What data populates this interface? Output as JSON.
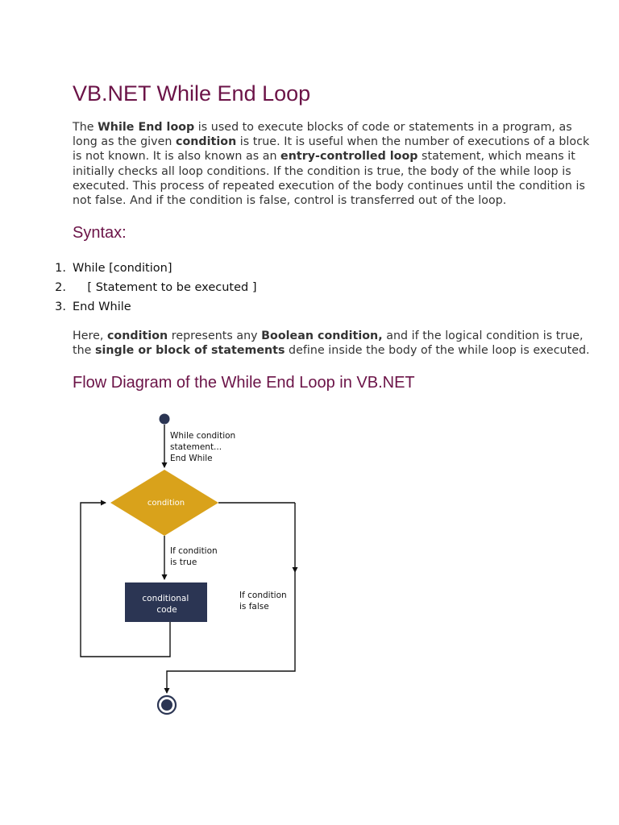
{
  "title": "VB.NET While End Loop",
  "intro": {
    "lines": [
      [
        {
          "t": "The "
        },
        {
          "t": "While End loop",
          "b": true
        },
        {
          "t": " is used to execute blocks of code or statements in a program, as"
        }
      ],
      [
        {
          "t": "long as the given "
        },
        {
          "t": "condition",
          "b": true
        },
        {
          "t": " is true. It is useful when the number of executions of a block"
        }
      ],
      [
        {
          "t": "is not known. It is also known as an "
        },
        {
          "t": "entry-controlled loop",
          "b": true
        },
        {
          "t": " statement, which means it"
        }
      ],
      [
        {
          "t": "initially checks all loop conditions. If the condition is true, the body of the while loop is"
        }
      ],
      [
        {
          "t": "executed. This process of repeated execution of the body continues until the condition is"
        }
      ],
      [
        {
          "t": "not false. And if the condition is false, control is transferred out of the loop."
        }
      ]
    ]
  },
  "syntax": {
    "heading": "Syntax:",
    "items": [
      {
        "num": "1.",
        "code": "While [condition]"
      },
      {
        "num": "2.",
        "code": "    [ Statement to be executed ]"
      },
      {
        "num": "3.",
        "code": "End While"
      }
    ]
  },
  "explanation": {
    "lines": [
      [
        {
          "t": "Here, "
        },
        {
          "t": "condition",
          "b": true
        },
        {
          "t": " represents any "
        },
        {
          "t": "Boolean condition,",
          "b": true
        },
        {
          "t": " and if the logical condition is true,"
        }
      ],
      [
        {
          "t": "the "
        },
        {
          "t": "single or block of statements",
          "b": true
        },
        {
          "t": " define inside the body of the while loop is executed."
        }
      ]
    ]
  },
  "flow": {
    "heading": "Flow Diagram of the While End Loop in VB.NET",
    "entry_lines": [
      "While condition",
      "statement...",
      "End While"
    ],
    "decision_label": "condition",
    "true_lines": [
      "If condition",
      "is true"
    ],
    "false_lines": [
      "If condition",
      "is false"
    ],
    "process_lines": [
      "conditional",
      "code"
    ]
  },
  "colors": {
    "heading": "#6b1347",
    "text": "#333333",
    "decision_fill": "#d9a21b",
    "process_fill": "#2b3553",
    "node_fill": "#2b3553"
  }
}
